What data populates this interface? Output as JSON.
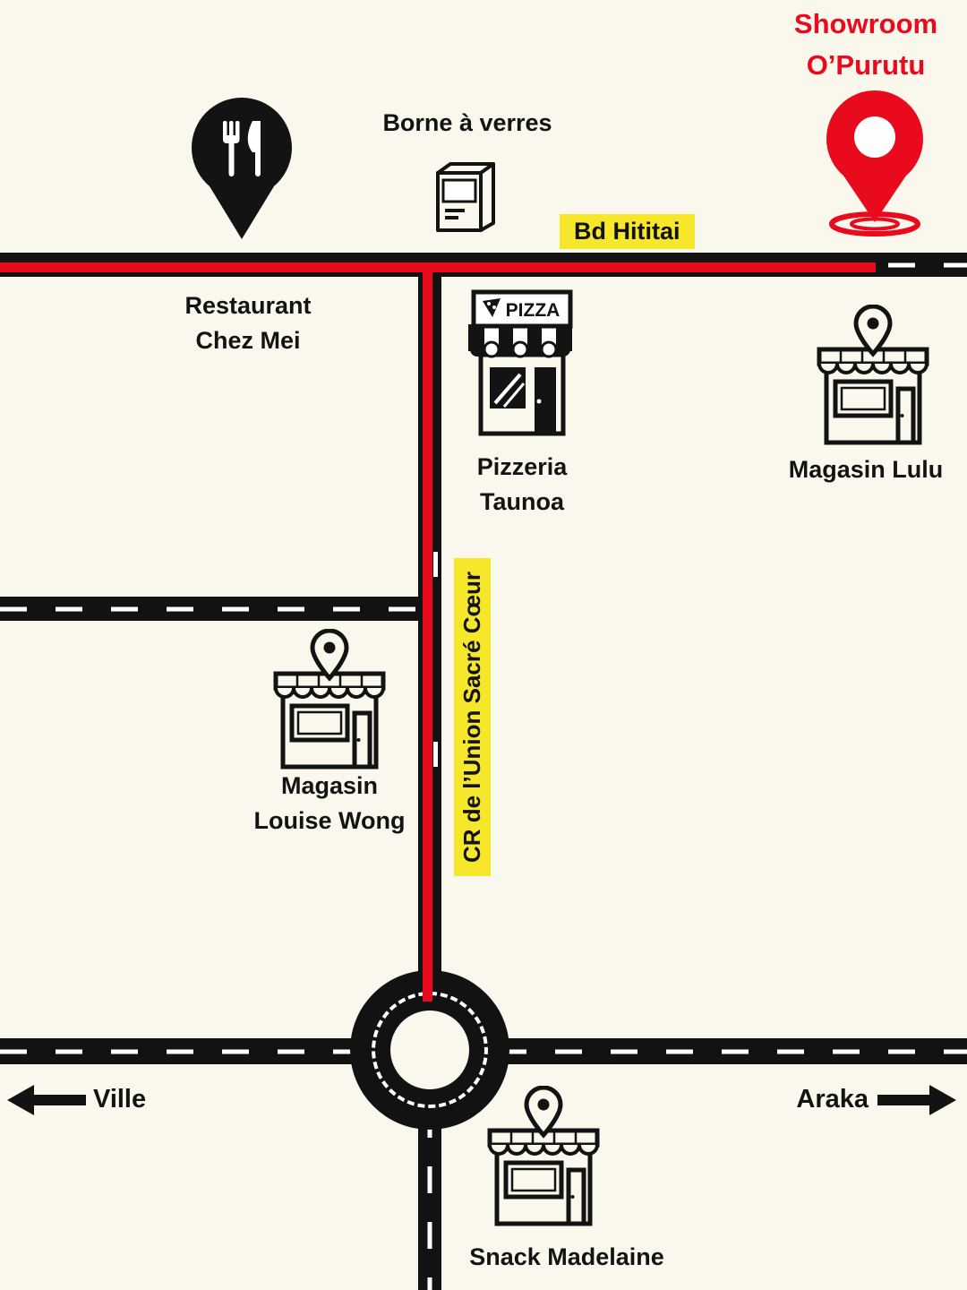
{
  "destination": {
    "name_line1": "Showroom",
    "name_line2": "O’Purutu"
  },
  "streets": {
    "bd_hititai": "Bd Hititai",
    "cr_union": "CR de l’Union Sacré Cœur"
  },
  "places": {
    "borne_a_verres": "Borne à verres",
    "restaurant_line1": "Restaurant",
    "restaurant_line2": "Chez Mei",
    "pizzeria_line1": "Pizzeria",
    "pizzeria_line2": "Taunoa",
    "pizzeria_sign": "PIZZA",
    "magasin_lulu": "Magasin Lulu",
    "magasin_louise_line1": "Magasin",
    "magasin_louise_line2": "Louise Wong",
    "snack_madelaine": "Snack Madelaine"
  },
  "directions": {
    "west": "Ville",
    "east": "Araka"
  },
  "colors": {
    "background": "#FAF7EC",
    "road": "#121212",
    "route_red": "#EA0A1E",
    "highlight_yellow": "#F6E72A",
    "text": "#131313"
  }
}
